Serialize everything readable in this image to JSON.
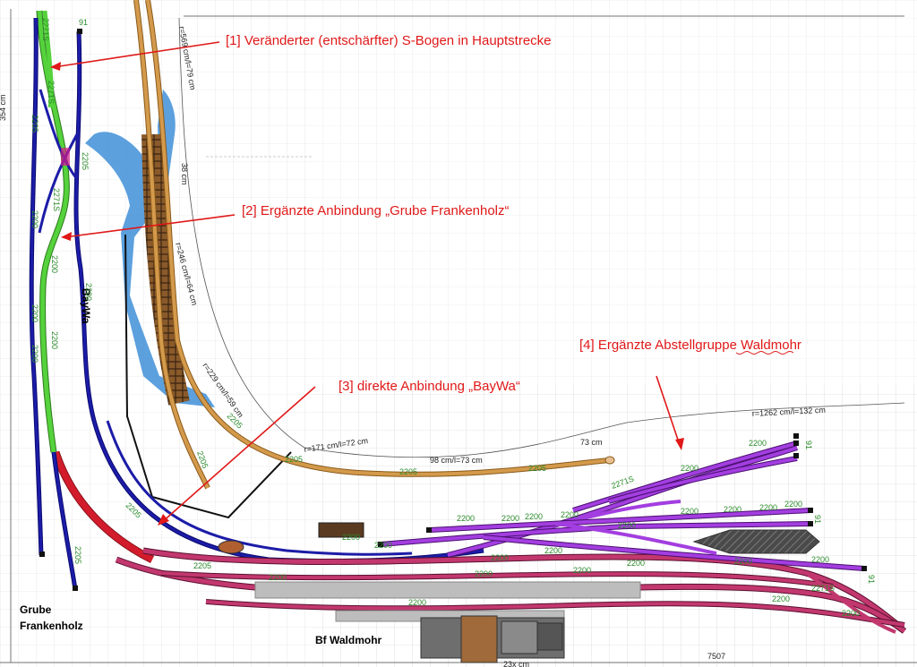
{
  "annotations": [
    {
      "id": "1",
      "text": "[1] Veränderter (entschärfter) S-Bogen in Hauptstrecke"
    },
    {
      "id": "2",
      "text": "[2] Ergänzte Anbindung „Grube Frankenholz“"
    },
    {
      "id": "3",
      "text": "[3] direkte Anbindung „BayWa“"
    },
    {
      "id": "4",
      "text": "[4] Ergänzte  Abstellgruppe Waldmohr"
    }
  ],
  "places": {
    "baywa": "BayWa",
    "grube_line1": "Grube",
    "grube_line2": "Frankenholz",
    "bahnhof": "Bf Waldmohr"
  },
  "dimensions": {
    "left_length": "354 cm",
    "r_top": "r=569 cm/l=79 cm",
    "width_38": "38 cm",
    "r_246": "r=246 cm/l=64 cm",
    "r_229": "r=229 cm/l=59 cm",
    "r_171": "r=171 cm/l=72 cm",
    "r_98": "98 cm/l=73 cm",
    "len_73": "73 cm",
    "r_1262": "r=1262 cm/l=132 cm",
    "bottom_7507": "7507",
    "bottom_cm": "23x cm"
  },
  "track_codes": [
    "2205",
    "2200",
    "2200",
    "2205",
    "2200",
    "2200",
    "2200",
    "2205",
    "2200",
    "2200",
    "2200",
    "2200",
    "2200",
    "2200",
    "2200",
    "2200",
    "2200",
    "2200",
    "2200",
    "2200",
    "2200",
    "2200",
    "2200",
    "2200",
    "2205",
    "2205",
    "2205",
    "2205",
    "2200",
    "2200",
    "2200",
    "2205",
    "2205",
    "2205",
    "2200",
    "2200",
    "2200",
    "2200",
    "2200",
    "2200",
    "2271S",
    "2271S",
    "2271S",
    "2271S",
    "2271S",
    "91",
    "91",
    "91",
    "91"
  ],
  "colors": {
    "main_line": "#1c1ca8",
    "frankenholz_link": "#55d23c",
    "hill_line": "#d49a4c",
    "yard": "#a33ee0",
    "station": "#c2386e",
    "curve_red": "#d21c2c",
    "water": "#3f8fd8",
    "annotation": "#e01818"
  }
}
